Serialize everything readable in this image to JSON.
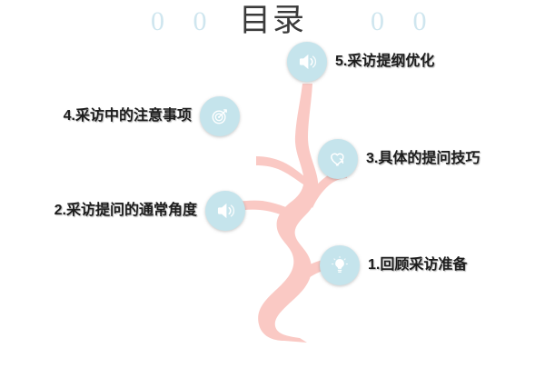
{
  "slide": {
    "background_color": "#ffffff",
    "title": "目录",
    "decoration_left": "0 0",
    "decoration_right": "0 0",
    "decoration_color": "#cfe6ef",
    "title_color": "#3b3b3b"
  },
  "theme": {
    "trunk_color": "#fac9c4",
    "badge_color": "#c5e4ec",
    "badge_icon_color": "#ffffff",
    "label_color": "#1d1d1d"
  },
  "nodes": [
    {
      "number": "5",
      "label": "5.采访提纲优化",
      "icon": "megaphone-icon",
      "side": "right"
    },
    {
      "number": "4",
      "label": "4.采访中的注意事项",
      "icon": "target-icon",
      "side": "left"
    },
    {
      "number": "3",
      "label": "3.具体的提问技巧",
      "icon": "heart-hand-icon",
      "side": "right"
    },
    {
      "number": "2",
      "label": "2.采访提问的通常角度",
      "icon": "megaphone-icon",
      "side": "left"
    },
    {
      "number": "1",
      "label": "1.回顾采访准备",
      "icon": "lightbulb-icon",
      "side": "right"
    }
  ]
}
